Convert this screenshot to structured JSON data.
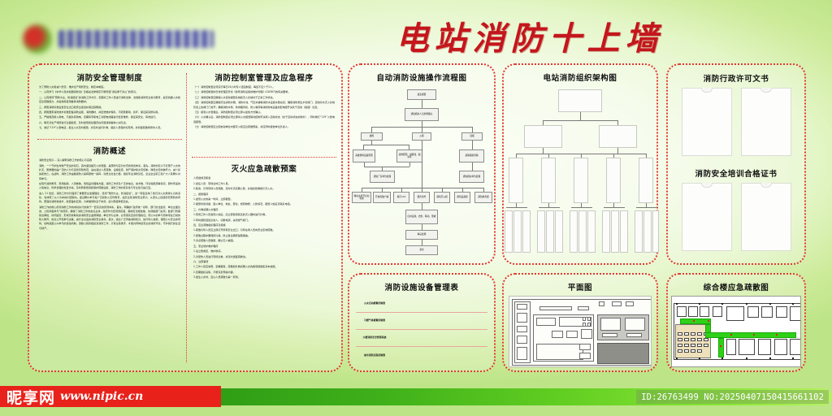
{
  "header": {
    "main_title": "电站消防十上墙",
    "logo_text_redacted": ""
  },
  "panels": {
    "fire_safety_system": {
      "title": "消防安全管理制度",
      "paragraphs": [
        "为了预防火灾和减少危害，维护生产场所安全，制定本制度。",
        "一、认真学习《中华人民共和国消防法》及相关法律规定不断增强“责任重于泰山”的意识。",
        "二、认真贯彻“预防为主、防消结合”的消防工作方针，定期对工作人员进行消防法律、法规和消防安全常识教育，提高抗御火灾和应急疏散能力，并会熟练使用各种消防器材。",
        "三、按照消防标准设置安全出口和安全通道并保证其畅通。",
        "四、按照国家消防技术标准配备消防设施、消防器材，并自觉维护保养、不随意挪用、损坏，保证其完整好用。",
        "五、严格规范用火用电、不超负荷用电，定期有专职电工对配电线路进行检查维修，保证其安全、有效运行。",
        "六、每天对生产场所进行全面检查，及时发现和处理存在问题消除各种火灾隐患。",
        "七、熟记“119”火警电话，发生火灾及时报警，并及时进行扑救，组织人员保护好现场，并积极疏散场所内人员。"
      ]
    },
    "control_room": {
      "title": "消防控制室管理及应急程序",
      "paragraphs": [
        "（一）消防控制室必须实行每日24小时专人值班制度，每班不应少于2人。",
        "（二）消防控制室的日常管理应符合《建筑消防设施的维护管理》(GA587)的有关要求。",
        "（三）消防控制室应确保火灾自动报警系统和灭火系统处于正常工作状态。",
        "（四）消防控制室应确保高位消防水箱、消防水池、气压水罐等消防水设施水量充足；确保消防泵出水管阀门、自动喷水灭火系统管道上的阀门门常开；确保消防水泵、防排烟风机、防火卷帘等消防用电设备的配电柜开关处于自动（接通）位置。",
        "（五）接到火灾警报后，消防控制室必须立即以最快方式确认。",
        "（六）火灾确认后，消防控制室必须立即将火灾报警联动控制开关转入自动状态（处于自动状态的除外），同时拨打“119”火警电话报警。",
        "（七）消防控制室应立即启动单位内部灭火和应急疏散预案，并应同时报告单位负责人。"
      ]
    },
    "fire_overview": {
      "title": "消防概述",
      "paragraphs": [
        "消防安全知识 -- 深入解索消防工作的核心与实践",
        "消防，一个守护生命财产安全的基石，其内涵远超灭火的表面，是预防与应对灾害的综合体系。首先，消防的定义不仅限于火灾的扑灭，更重要的是广泛的人为与自然风险防范，旨在通过人员疏散、设施检查、财产保护和灾害控制，降低灾害的破坏力，减少损失和伤亡。在战时，消防工作由各级防火指挥部统一指挥，动员全社会力量，组织专业消防队伍、企业企业职工和广大人民群众共同参与。",
        "在现代消防教育、现场指挥、人员救助、危险品处理等方面，消防工作涉及广泛的信息、技术数、环境和能源等情况，即时传递的火情信息，科学合理的处置方案，及时转移危险和保护疏散设施，消防工作的复杂性与专业性日益凸显。",
        "进入 21 世纪，消防工作方针强调了重要安全发展理念，坚持“预防为主、防消结合”。这一转变反映了我们对火灾规律认识的深化，也体现了以人为本的价值取向。通过群众参与和广泛的防火宣传教育，提高全民消防安全意识，从源头上创造防范预防的同时，更强化消防新技术、新装备的应用，力求做到防患于未然，最大限度降低损失。",
        "消防工作的核心原则消防工作的成功执行依赖于一套完善的原则体系。首先，明确的“政府统一领导、部门依法监管、单位全面负责、公民积极参与”的原则，确保了消防工作的责任主体，政府作为宏观调控者，需制定法规政策，协调各部门资源；各部门则需依法审批、协同监管，形成高效联动的消防安全监督网络；单位作为主体，必须落实自身管理责任；而公众的参与则体现在日常的防火教育、信息公开和参与决策，提升全社会的消防安全素养。其次，通过广泛传播消防知识，提升防火技能，保障公众安全的同时，也构建起公众参与的良性机制，激励公民积极投身消防工作，只有全民携手，才能共同构建安全的消防环境，守护我们的生活与财产。"
      ]
    },
    "evac_plan": {
      "title": "灭火应急疏散预案",
      "paragraphs": [
        "人员组成及职责",
        "1.责任人员：现场全体工作人员。",
        "2.职责：引导现场人员疏散、及时扑灭初期火警、并组织抢救和扑灭火灾。",
        "二、报警程序",
        "1.发现火灾的第一时间，立即报警。",
        "2.报警时讲清楚：起火单位、地址、部位、燃烧物质、火势情况、报警人姓名及联系电话。",
        "三、扑救初期火灾程序",
        "1.现场工作人员发现火情后，应立即使用就近的灭火器材进行扑救。",
        "2.同时通知值班负责人，切断电源、关闭燃气阀门。",
        "四、应急疏散组织程序及措施",
        "1.疏散引导人员应立即打开所有安全出口，引导在场人员向安全区域疏散。",
        "2.疏散过程中要保持冷静，防止发生拥挤踩踏事故。",
        "3.清点疏散人员数量，确认无人被困。",
        "五、安全防护救护程序",
        "1.设立警戒区，维护秩序。",
        "2.对受伤人员进行现场急救，并及时送医院救治。",
        "六、注意事项",
        "1.工作人员应熟悉、掌握报警、疏散和扑救初期火灾的各项措施和基本技能。",
        "2.定期组织演练，不断完善预案内容。",
        "3.发生火灾时，应以人员疏散为第一原则。"
      ]
    },
    "flowchart": {
      "title": "自动消防设施操作流程图",
      "nodes": {
        "n1": "发生报警",
        "n2": "通知相关人员到场确认",
        "b1": "故障",
        "b2": "火警",
        "b3": "误报",
        "c1": "系统现场设备原因",
        "c2": "其他原因，如断线、漏水等",
        "c3": "采取措施消除",
        "d1": "通知厂家单位处理",
        "d2": "通知相关单位处理",
        "e1": "联动主机至自动状态",
        "e2": "开启疏散广播",
        "e3": "拨打119",
        "e4": "报告领导",
        "e5": "通知灭火组",
        "e6": "通知设备组",
        "e7": "通知事务组",
        "f1": "应用设施、启泵、联动、警戒",
        "f2": "事后处理",
        "f3": "复位"
      }
    },
    "org_chart": {
      "title": "电站消防组织架构图"
    },
    "equipment_table": {
      "title": "消防设施设备管理表",
      "rows": [
        {
          "label": "火灾自动报警控制器",
          "value": ""
        },
        {
          "label": "可燃气体报警控制器",
          "value": ""
        },
        {
          "label": "大楼消防安全管理系统",
          "value": ""
        },
        {
          "label": "城市消防远程控制器",
          "value": ""
        }
      ]
    },
    "certificates": {
      "title_permits": "消防行政许可文书",
      "title_training": "消防安全培训合格证书"
    },
    "floor_plan": {
      "title": "平面图"
    },
    "evac_map": {
      "title": "综合楼应急疏散图"
    }
  },
  "footer": {
    "watermark_cn": "昵享网",
    "watermark_url": "www.nipic.cn",
    "id_text": "ID:26763499 NO:20250407150415661102"
  },
  "colors": {
    "accent_red": "#e0392e",
    "title_red": "#c4161c",
    "bg_green": "#cdeb9a",
    "evac_green": "#2fd117"
  }
}
